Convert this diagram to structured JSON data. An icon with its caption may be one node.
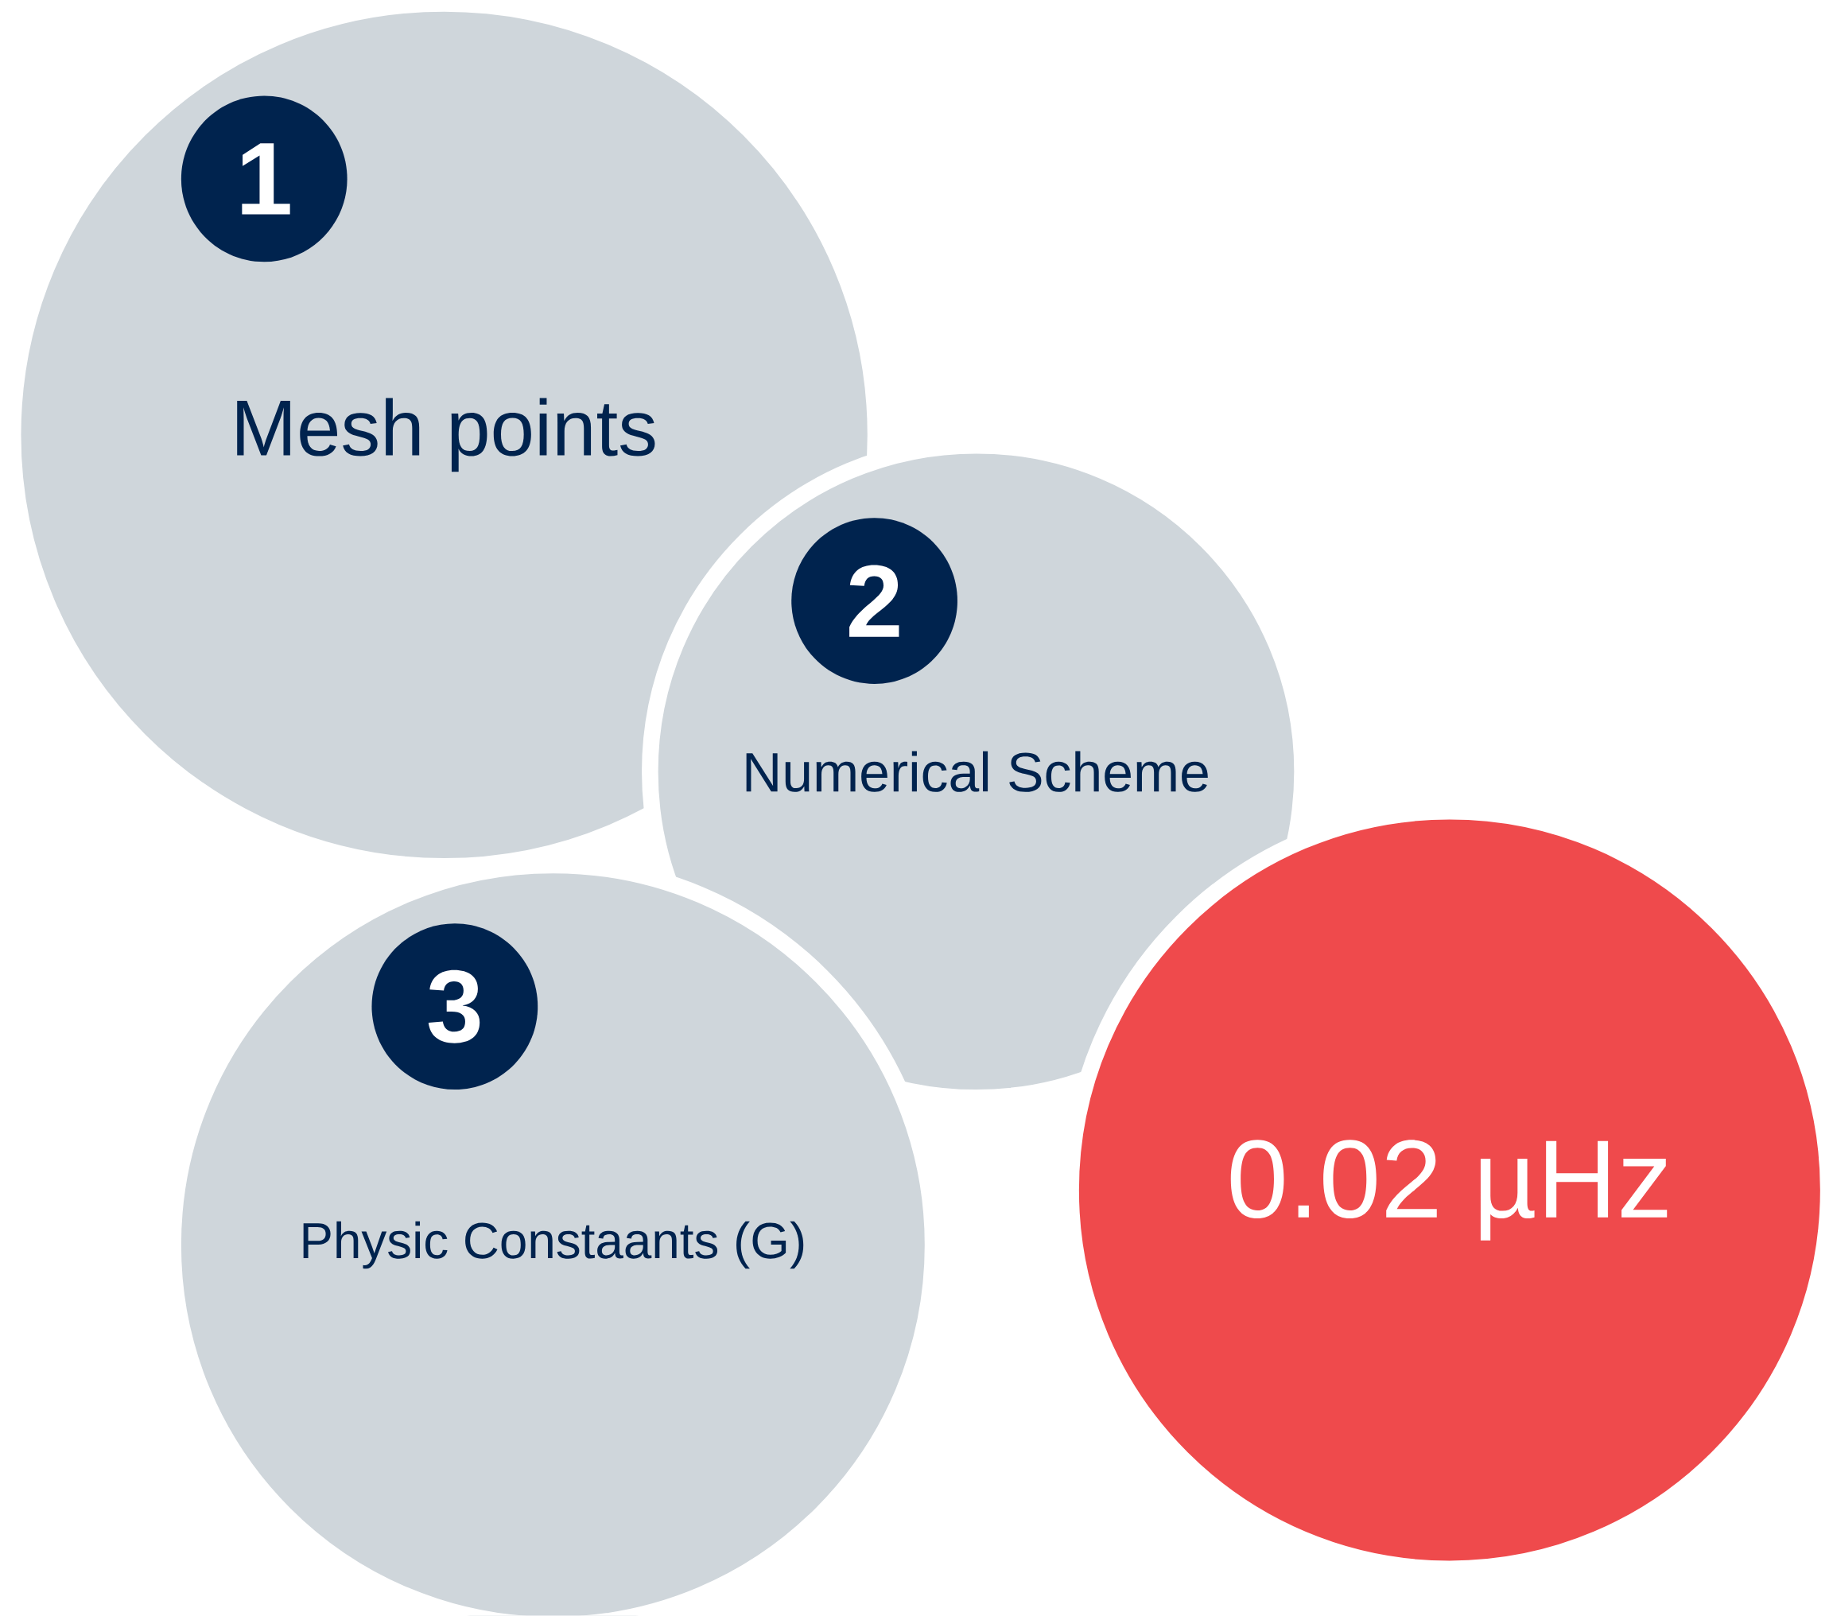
{
  "diagram": {
    "nodes": [
      {
        "text": [
          "Mesh points"
        ]
      },
      {
        "text": [
          "1"
        ],
        "in": 0
      },
      {
        "text": [
          "Numerical Scheme"
        ]
      },
      {
        "text": [
          "2"
        ],
        "in": 2
      },
      {
        "text": [
          "Physic Constaants (G)"
        ]
      },
      {
        "text": [
          "3"
        ],
        "in": 4
      },
      {
        "text": [
          "0.02 µHz"
        ]
      }
    ]
  }
}
